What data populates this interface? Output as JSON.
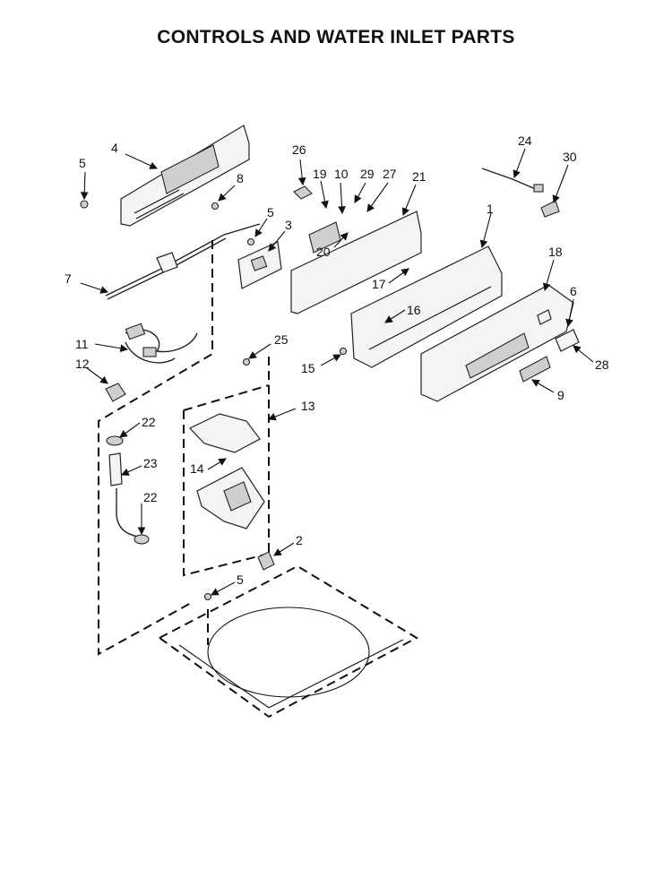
{
  "title": "CONTROLS AND WATER INLET PARTS",
  "callouts": {
    "c1": "1",
    "c2": "2",
    "c3": "3",
    "c4": "4",
    "c5a": "5",
    "c5b": "5",
    "c5c": "5",
    "c6": "6",
    "c7": "7",
    "c8": "8",
    "c9": "9",
    "c10": "10",
    "c11": "11",
    "c12": "12",
    "c13": "13",
    "c14": "14",
    "c15": "15",
    "c16": "16",
    "c17": "17",
    "c18": "18",
    "c19": "19",
    "c20": "20",
    "c21": "21",
    "c22a": "22",
    "c22b": "22",
    "c23": "23",
    "c24": "24",
    "c25": "25",
    "c26": "26",
    "c27": "27",
    "c28": "28",
    "c29": "29",
    "c30": "30"
  }
}
